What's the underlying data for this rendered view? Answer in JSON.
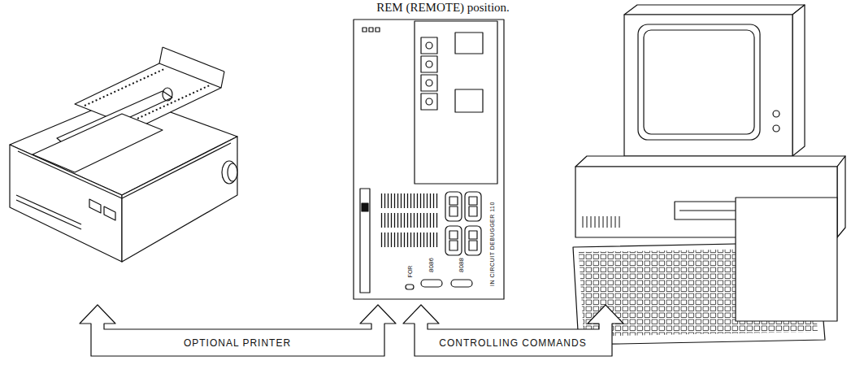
{
  "diagram": {
    "labels": [
      "REM (REMOTE) position.",
      "IN CIRCUIT DEBUGGER 110",
      "8086",
      "8088",
      "FOR",
      "OPTIONAL PRINTER",
      "CONTROLLING COMMANDS"
    ]
  }
}
